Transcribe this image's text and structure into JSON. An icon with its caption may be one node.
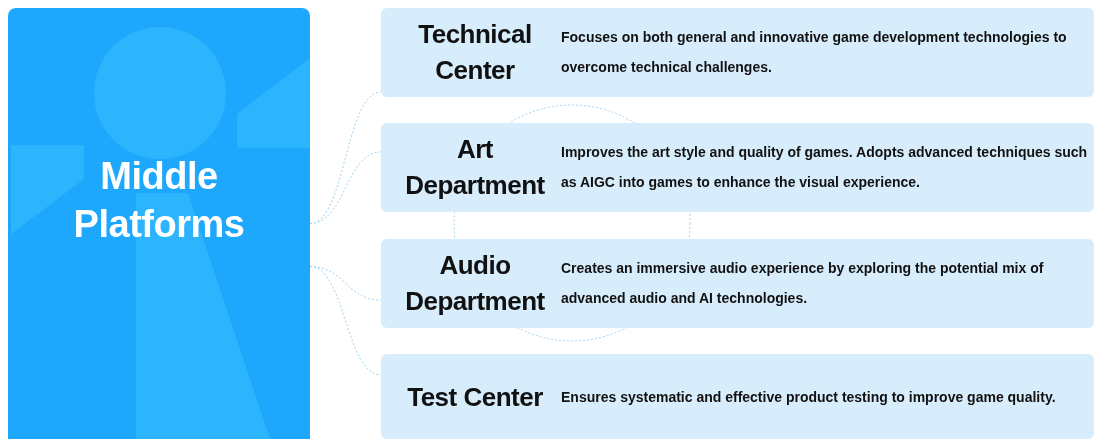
{
  "diagram": {
    "nodes": [
      {
        "text": [
          "Middle Platforms"
        ]
      },
      {
        "text": [
          "Technical Center",
          "Focuses on both general and innovative game development technologies to overcome technical challenges."
        ]
      },
      {
        "text": [
          "Art Department",
          "Improves the art style and quality of games. Adopts advanced techniques such as AIGC into games to enhance the visual experience."
        ]
      },
      {
        "text": [
          "Audio Department",
          "Creates an immersive audio experience by exploring the potential mix of advanced audio and AI technologies."
        ]
      },
      {
        "text": [
          "Test Center",
          "Ensures systematic and effective product testing to improve game quality."
        ]
      }
    ],
    "edges": [
      {
        "from": 0,
        "to": 1,
        "arrow": "none",
        "style": "dashed"
      },
      {
        "from": 0,
        "to": 2,
        "arrow": "none",
        "style": "dashed"
      },
      {
        "from": 0,
        "to": 3,
        "arrow": "none",
        "style": "dashed"
      },
      {
        "from": 0,
        "to": 4,
        "arrow": "none",
        "style": "dashed"
      }
    ]
  }
}
